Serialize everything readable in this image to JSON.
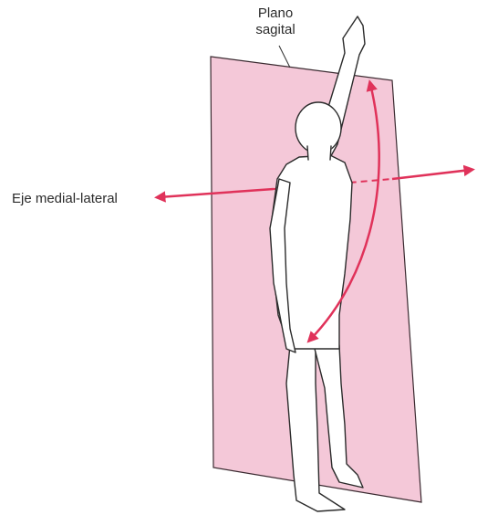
{
  "labels": {
    "plane_line1": "Plano",
    "plane_line2": "sagital",
    "axis": "Eje medial-lateral"
  },
  "colors": {
    "plane_fill": "#f4c8d8",
    "plane_stroke": "#3a2a30",
    "arrow": "#e0325a",
    "body_fill": "#ffffff",
    "body_stroke": "#2b2b2b"
  }
}
